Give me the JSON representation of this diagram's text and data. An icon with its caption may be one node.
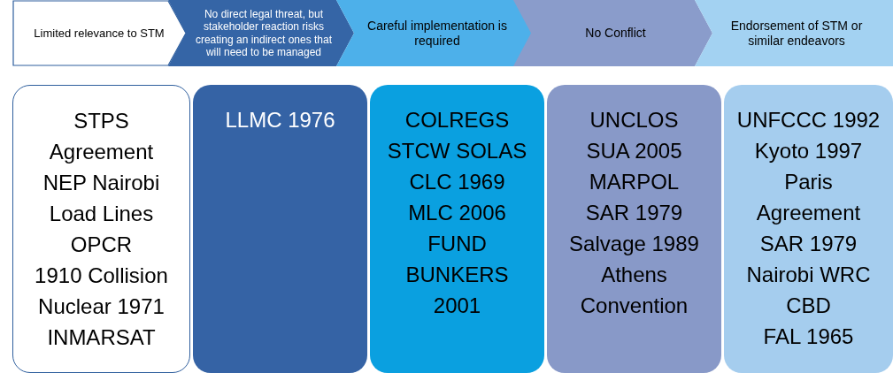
{
  "diagram": {
    "nodes": [
      {
        "text": [
          "Limited relevance to STM"
        ]
      },
      {
        "text": [
          "No direct legal threat, but stakeholder reaction risks creating an indirect ones that will need to be managed"
        ]
      },
      {
        "text": [
          "Careful implementation is required"
        ]
      },
      {
        "text": [
          "No Conflict"
        ]
      },
      {
        "text": [
          "Endorsement of STM or similar endeavors"
        ]
      },
      {
        "text": [
          "STPS",
          "Agreement",
          "NEP Nairobi",
          "Load Lines",
          "OPCR",
          "1910 Collision",
          "Nuclear 1971",
          "INMARSAT"
        ]
      },
      {
        "text": [
          "LLMC 1976"
        ]
      },
      {
        "text": [
          "COLREGS",
          "STCW SOLAS",
          "CLC 1969",
          "MLC 2006",
          "FUND",
          "BUNKERS",
          "2001"
        ]
      },
      {
        "text": [
          "UNCLOS",
          "SUA 2005",
          "MARPOL",
          "SAR 1979",
          "Salvage 1989",
          "Athens",
          "Convention"
        ]
      },
      {
        "text": [
          "UNFCCC 1992",
          "Kyoto 1997",
          "Paris",
          "Agreement",
          "SAR 1979",
          "Nairobi WRC",
          "CBD",
          "FAL 1965"
        ]
      }
    ]
  }
}
